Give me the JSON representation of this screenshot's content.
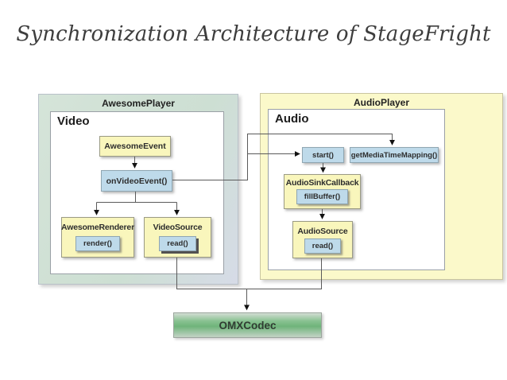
{
  "title": "Synchronization Architecture of StageFright",
  "colors": {
    "box_yellow": "#f9f6bc",
    "box_blue": "#bedaea",
    "container_yellow": "#fbf9ca",
    "omx_green": "#72b57d",
    "connector": "#5a5a5a"
  },
  "awesome_player": {
    "label": "AwesomePlayer",
    "video": {
      "label": "Video",
      "awesome_event_label": "AwesomeEvent",
      "on_video_event_label": "onVideoEvent()",
      "awesome_renderer": {
        "label": "AwesomeRenderer",
        "method_label": "render()"
      },
      "video_source": {
        "label": "VideoSource",
        "method_label": "read()"
      }
    }
  },
  "audio_player": {
    "label": "AudioPlayer",
    "audio": {
      "label": "Audio",
      "start_label": "start()",
      "get_media_time_mapping_label": "getMediaTimeMapping()",
      "audio_sink_callback": {
        "label": "AudioSinkCallback",
        "method_label": "fillBuffer()"
      },
      "audio_source": {
        "label": "AudioSource",
        "method_label": "read()"
      }
    }
  },
  "omx_codec_label": "OMXCodec"
}
